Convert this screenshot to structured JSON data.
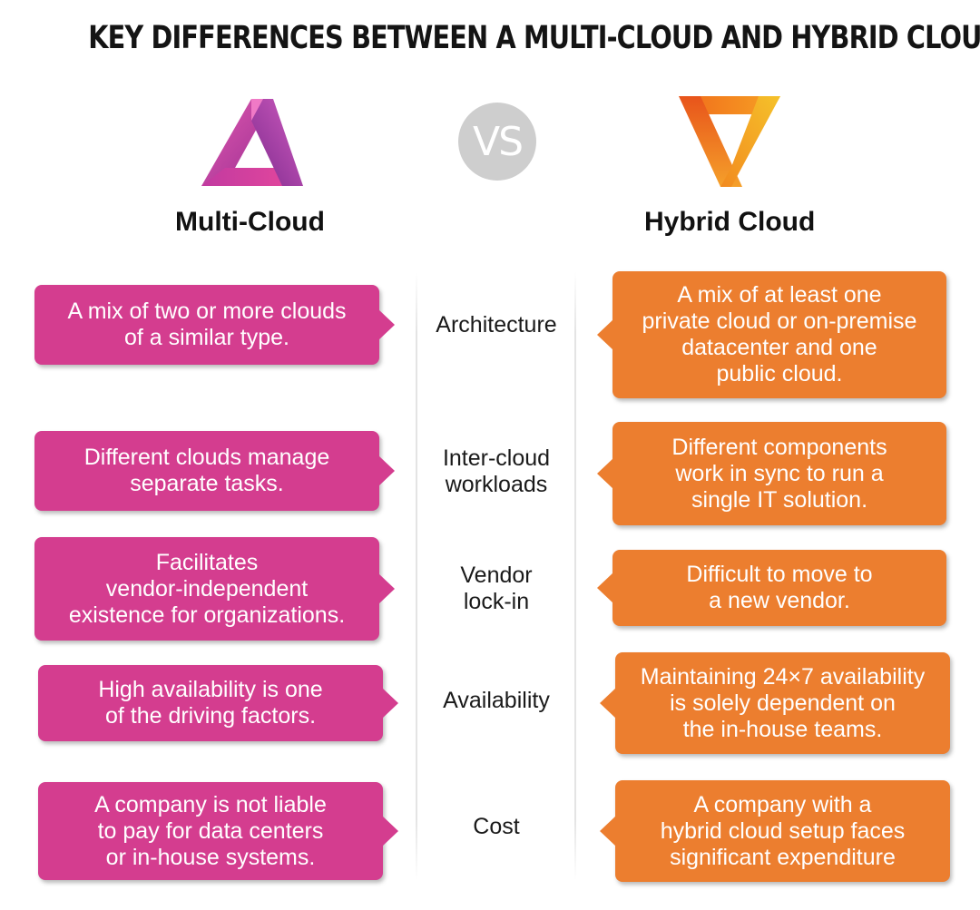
{
  "title": "KEY DIFFERENCES BETWEEN A MULTI-CLOUD AND HYBRID CLOUD",
  "vs_label": "VS",
  "left_heading": "Multi-Cloud",
  "right_heading": "Hybrid Cloud",
  "colors": {
    "multi_cloud": "#d43d8f",
    "hybrid_cloud": "#ec7e2f",
    "vs_badge": "#cecece"
  },
  "icons": {
    "left_logo": "pink-triangle-logo-icon",
    "right_logo": "orange-inverted-triangle-logo-icon"
  },
  "rows": [
    {
      "label": "Architecture",
      "multi_cloud": "A mix of two or more clouds\nof a similar type.",
      "hybrid_cloud": "A mix of at least one\nprivate cloud or on-premise\ndatacenter and one\npublic cloud."
    },
    {
      "label": "Inter-cloud\nworkloads",
      "multi_cloud": "Different clouds manage\nseparate tasks.",
      "hybrid_cloud": "Different components\nwork in sync to run a\nsingle IT solution."
    },
    {
      "label": "Vendor\nlock-in",
      "multi_cloud": "Facilitates\nvendor-independent\nexistence for organizations.",
      "hybrid_cloud": "Difficult to move to\na new vendor."
    },
    {
      "label": "Availability",
      "multi_cloud": "High availability is one\nof the driving factors.",
      "hybrid_cloud": "Maintaining 24×7 availability\nis solely dependent on\nthe in-house teams."
    },
    {
      "label": "Cost",
      "multi_cloud": "A company is not liable\nto pay for data centers\nor in-house systems.",
      "hybrid_cloud": "A company with a\nhybrid cloud setup faces\nsignificant expenditure"
    }
  ]
}
